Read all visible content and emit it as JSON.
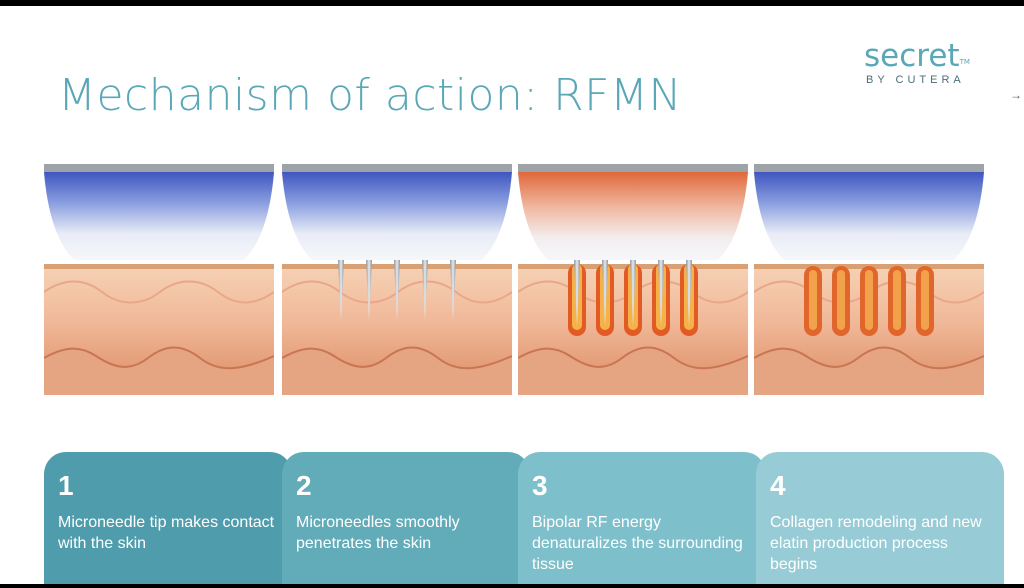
{
  "title": "Mechanism of action: RFMN",
  "logo": {
    "main": "secret",
    "tm": "TM",
    "sub": "BY CUTERA"
  },
  "nav_arrow": "→",
  "steps": [
    {
      "number": "1",
      "text": "Microneedle tip makes contact with the skin",
      "color": "#4f9dac"
    },
    {
      "number": "2",
      "text": "Microneedles smoothly penetrates the skin",
      "color": "#62acba"
    },
    {
      "number": "3",
      "text": "Bipolar RF energy denaturalizes the surrounding tissue",
      "color": "#7dbfcb"
    },
    {
      "number": "4",
      "text": "Collagen remodeling and new elatin production process begins",
      "color": "#97ccd6"
    }
  ],
  "colors": {
    "title": "#5aa7b8",
    "skin_top": "#f4c8a8",
    "skin_bottom": "#dc8a62",
    "blue_energy": "#4159c2",
    "red_energy": "#e0683a"
  }
}
